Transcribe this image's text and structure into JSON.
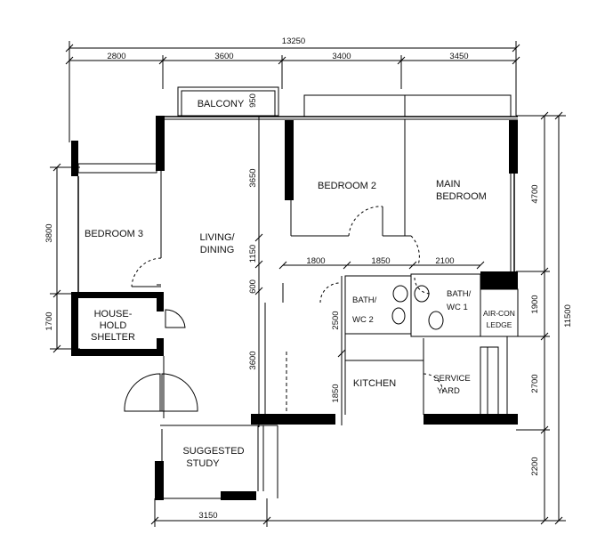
{
  "rooms": {
    "balcony": "BALCONY",
    "bedroom2": "BEDROOM 2",
    "main_bedroom": [
      "MAIN",
      "BEDROOM"
    ],
    "bedroom3": "BEDROOM 3",
    "living_dining": [
      "LIVING/",
      "DINING"
    ],
    "household_shelter": [
      "HOUSE-",
      "HOLD",
      "SHELTER"
    ],
    "bath_wc2": [
      "BATH/",
      "WC 2"
    ],
    "bath_wc1": [
      "BATH/",
      "WC 1"
    ],
    "aircon_ledge": [
      "AIR-CON",
      "LEDGE"
    ],
    "kitchen": "KITCHEN",
    "service_yard": [
      "SERVICE",
      "YARD"
    ],
    "suggested_study": [
      "SUGGESTED",
      "STUDY"
    ]
  },
  "dimensions": {
    "overall_width": "13250",
    "top_segments": [
      "2800",
      "3600",
      "3400",
      "3450"
    ],
    "balcony_depth": "950",
    "living_upper": "3650",
    "living_mid": "1150",
    "living_lower_a": "600",
    "living_lower_b": "3600",
    "interior_row": [
      "1800",
      "1850",
      "2100"
    ],
    "bath_depth": "2500",
    "kitchen_depth": "1850",
    "right_segments": [
      "4700",
      "1900",
      "2700",
      "2200"
    ],
    "overall_height": "11500",
    "left_segments": [
      "3800",
      "1700"
    ],
    "study_width": "3150"
  }
}
